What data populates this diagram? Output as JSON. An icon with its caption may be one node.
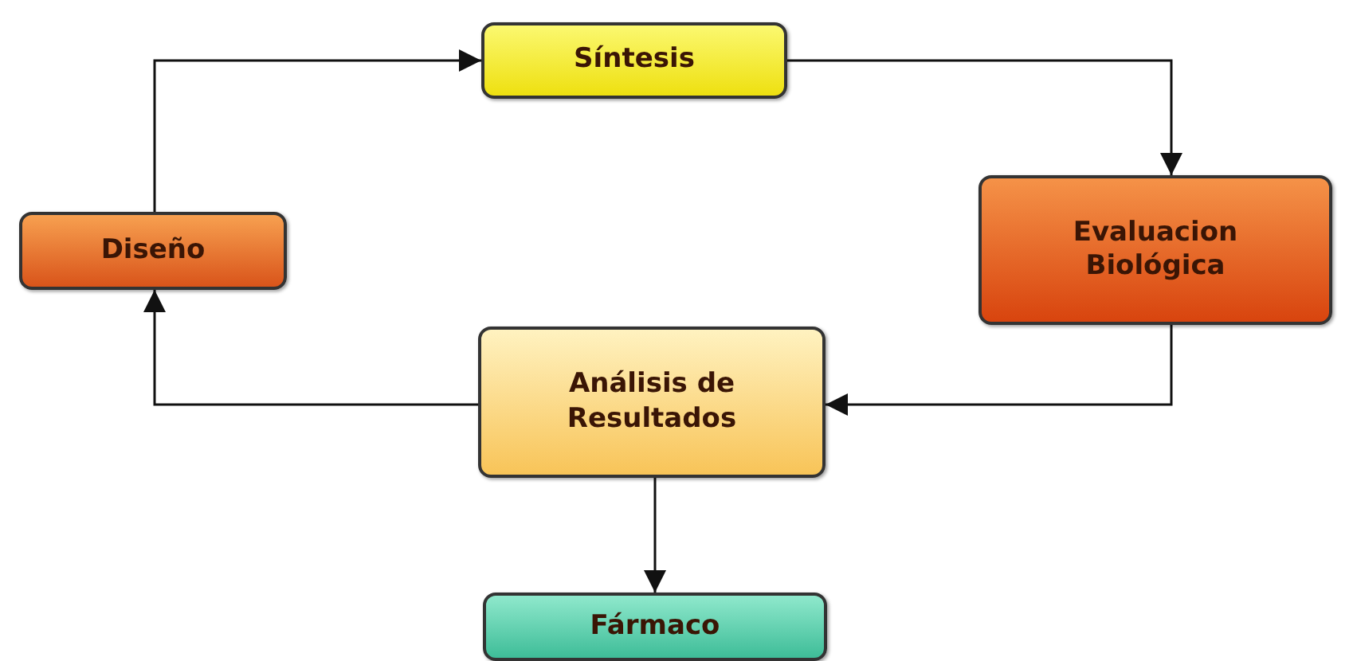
{
  "diagram": {
    "nodes": [
      {
        "text": [
          "Síntesis"
        ]
      },
      {
        "text": [
          "Diseño"
        ]
      },
      {
        "text": [
          "Evaluacion Biológica"
        ]
      },
      {
        "text": [
          "Análisis de Resultados"
        ]
      },
      {
        "text": [
          "Fármaco"
        ]
      }
    ],
    "edges": [
      {
        "from": 1,
        "to": 0,
        "arrow": "to"
      },
      {
        "from": 0,
        "to": 2,
        "arrow": "to"
      },
      {
        "from": 2,
        "to": 3,
        "arrow": "to"
      },
      {
        "from": 3,
        "to": 1,
        "arrow": "to"
      },
      {
        "from": 3,
        "to": 4,
        "arrow": "to"
      }
    ]
  }
}
